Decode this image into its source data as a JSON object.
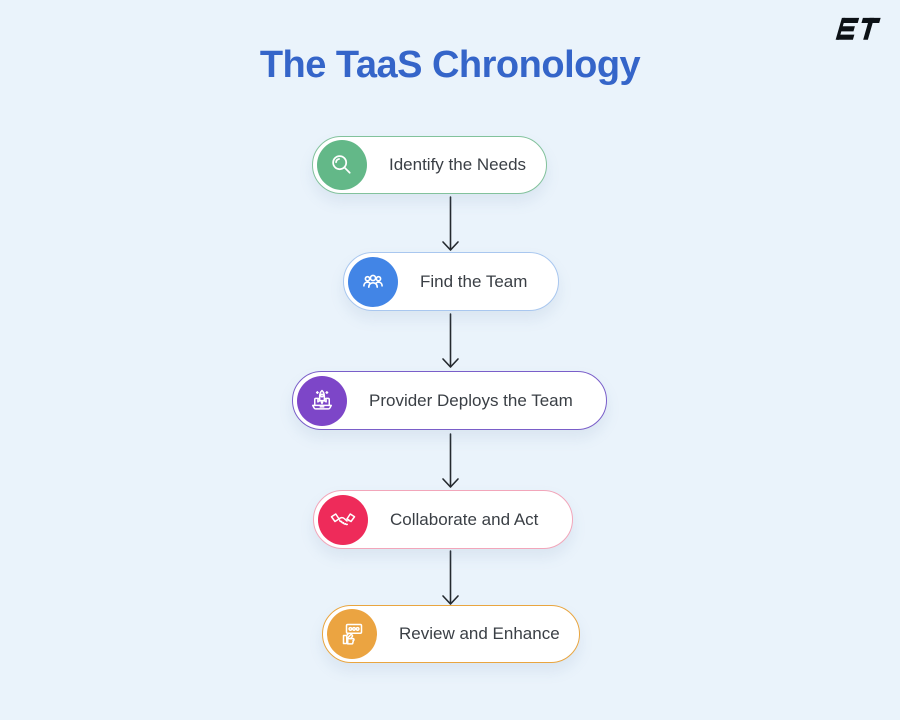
{
  "page": {
    "background": "#eaf3fb"
  },
  "logo": {
    "text": "ET",
    "color": "#0c1116"
  },
  "title": {
    "text": "The TaaS Chronology",
    "color": "#3565c9"
  },
  "flow": {
    "arrow_color": "#24292e",
    "steps": [
      {
        "label": "Identify the Needs",
        "icon": "search-icon",
        "icon_bg": "#63b888",
        "border_color": "#82c29c"
      },
      {
        "label": "Find the Team",
        "icon": "team-icon",
        "icon_bg": "#4285e6",
        "border_color": "#a9c7ef"
      },
      {
        "label": "Provider Deploys the Team",
        "icon": "rocket-launch-icon",
        "icon_bg": "#7d46c8",
        "border_color": "#7a5ec9"
      },
      {
        "label": "Collaborate and Act",
        "icon": "handshake-icon",
        "icon_bg": "#ee2b5a",
        "border_color": "#f2a6ba"
      },
      {
        "label": "Review and Enhance",
        "icon": "feedback-icon",
        "icon_bg": "#eba441",
        "border_color": "#e9a53f"
      }
    ]
  }
}
